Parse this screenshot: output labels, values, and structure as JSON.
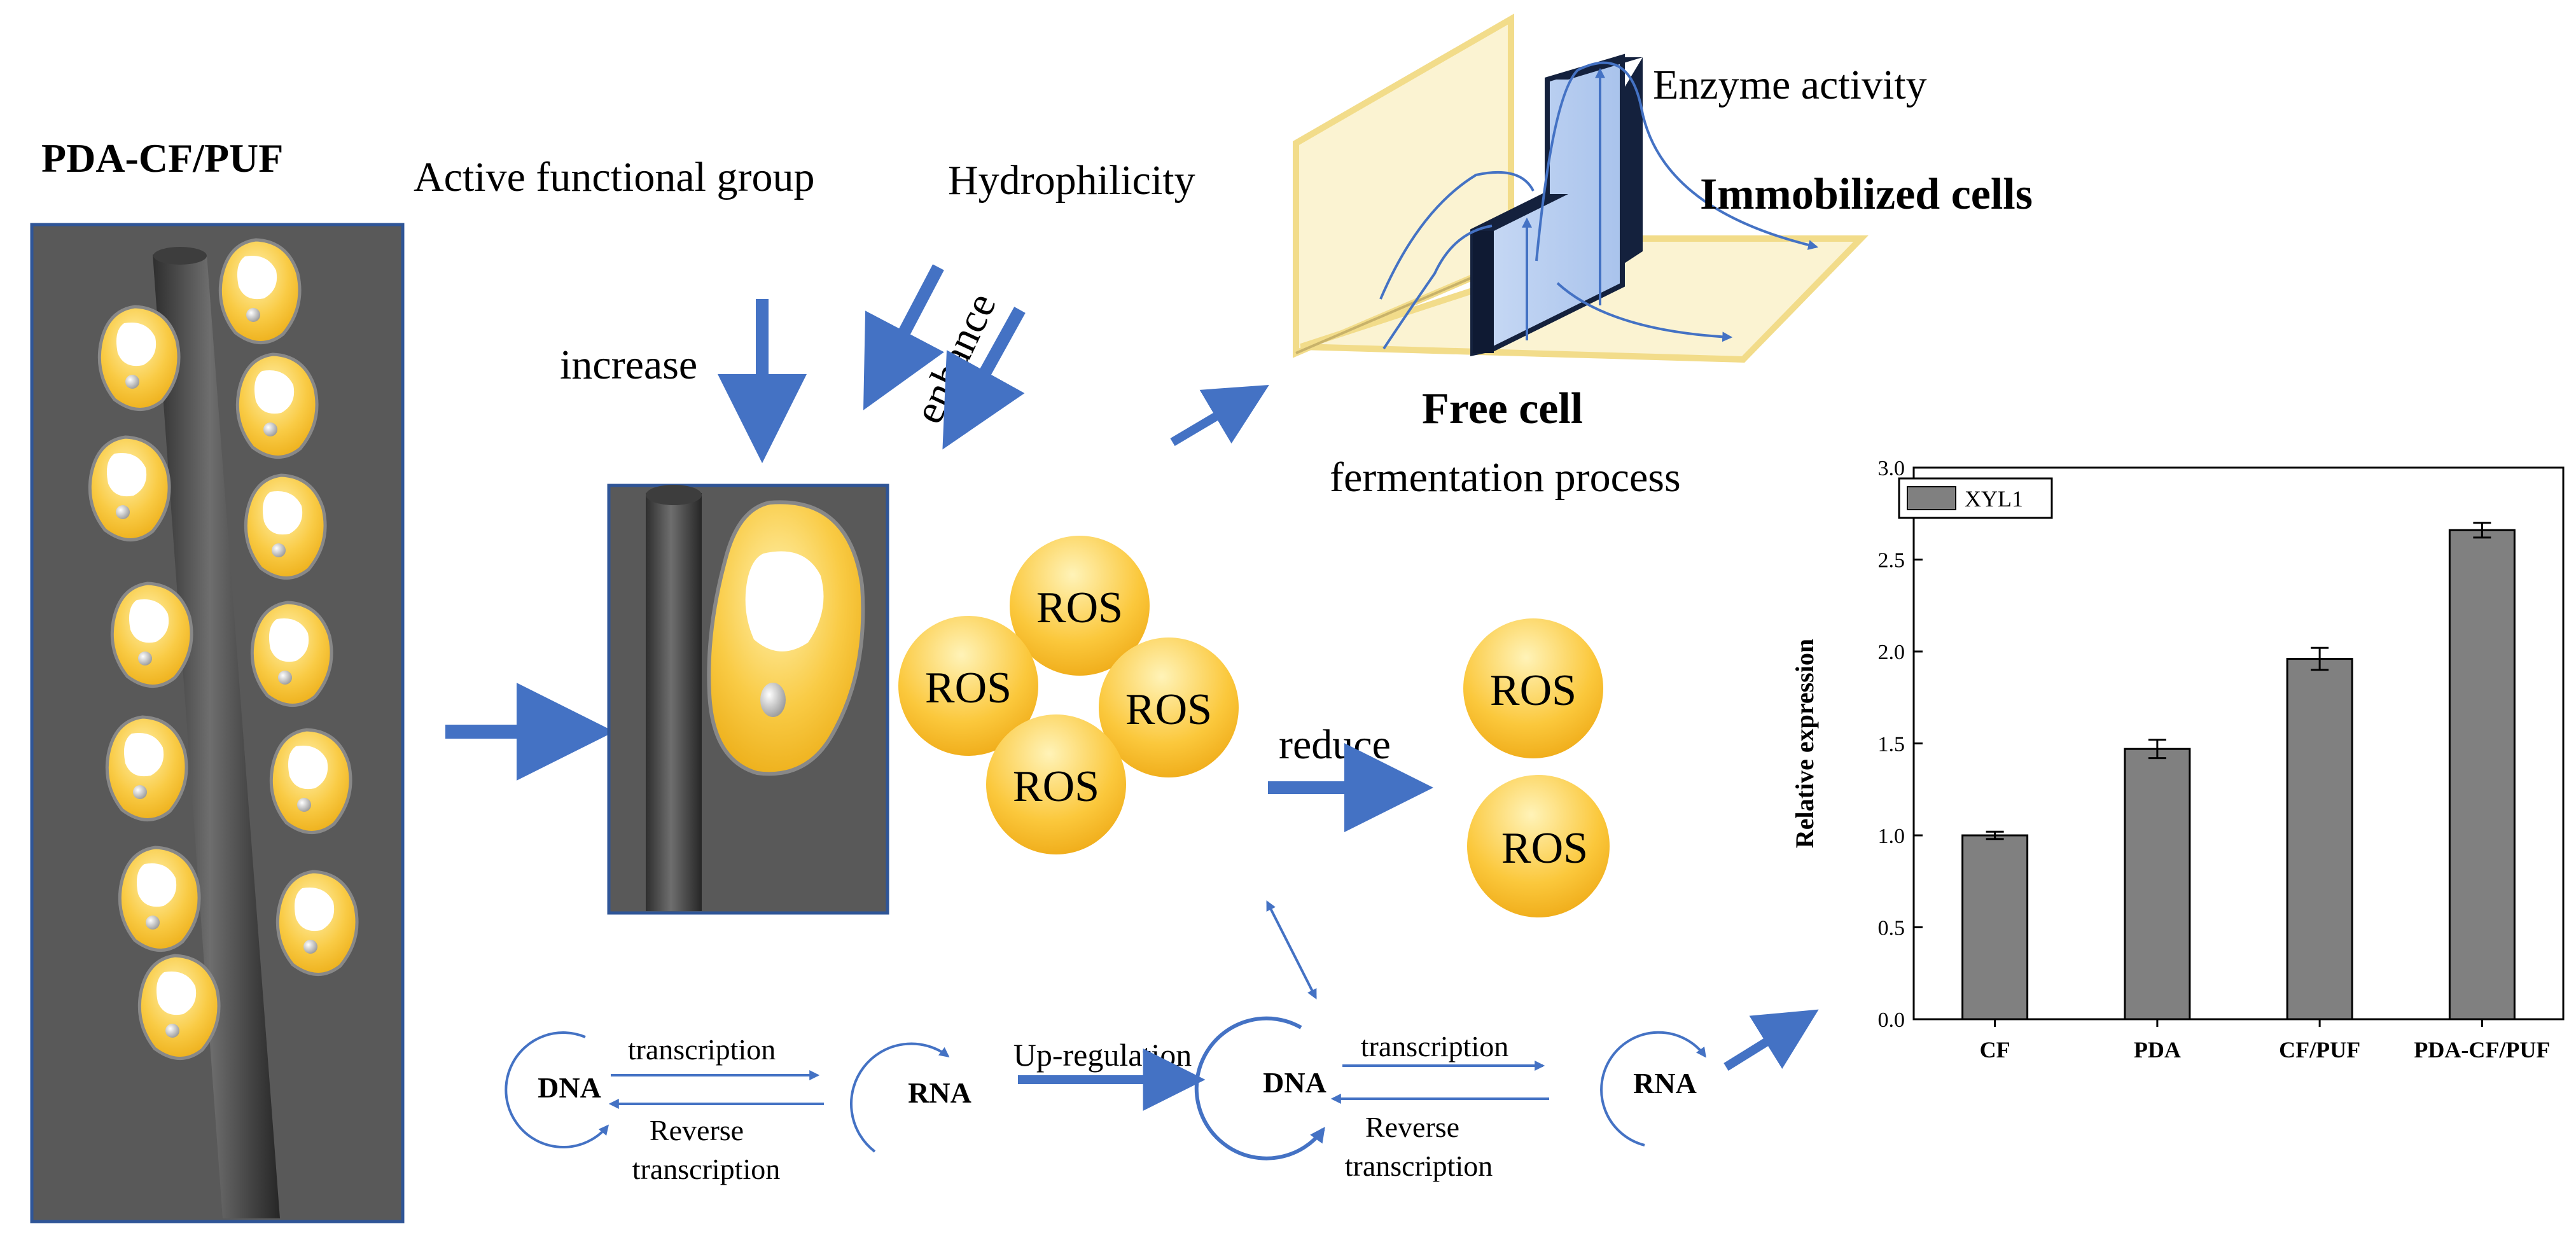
{
  "labels": {
    "panel_title": "PDA-CF/PUF",
    "active_group": "Active functional group",
    "hydrophilicity": "Hydrophilicity",
    "increase": "increase",
    "enhance": "enhance",
    "enzyme_activity": "Enzyme activity",
    "immobilized_cells": "Immobilized cells",
    "free_cell": "Free cell",
    "fermentation": "fermentation process",
    "reduce": "reduce",
    "ros": "ROS",
    "dna": "DNA",
    "rna": "RNA",
    "transcription": "transcription",
    "reverse": "Reverse",
    "reverse_transcription": "transcription",
    "upregulation": "Up-regulation"
  },
  "chart_data": {
    "type": "bar",
    "categories": [
      "CF",
      "PDA",
      "CF/PUF",
      "PDA-CF/PUF"
    ],
    "series": [
      {
        "name": "XYL1",
        "values": [
          1.0,
          1.47,
          1.96,
          2.66
        ],
        "errors": [
          0.02,
          0.05,
          0.06,
          0.04
        ]
      }
    ],
    "ylabel": "Relative expression",
    "xlabel": "",
    "ylim": [
      0,
      3.0
    ],
    "yticks": [
      0.0,
      0.5,
      1.0,
      1.5,
      2.0,
      2.5,
      3.0
    ],
    "ytick_labels": [
      "0.0",
      "0.5",
      "1.0",
      "1.5",
      "2.0",
      "2.5",
      "3.0"
    ],
    "legend_position": "top-left",
    "grid": false,
    "bar_color": "#808080"
  }
}
